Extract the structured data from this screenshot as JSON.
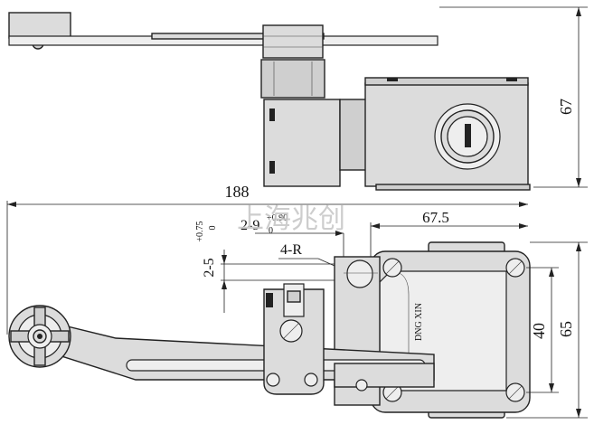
{
  "dimensions": {
    "top_height": "67",
    "overall_length": "188",
    "lever_offset": "67.5",
    "slot_label_base": "2-9",
    "slot_label_tol": "+0.90",
    "slot_label_tol_low": "0",
    "hole_label_base": "2-5",
    "hole_label_tol_up": "+0.75",
    "hole_label_tol_low": "0",
    "radius_label": "4-R",
    "mount_spacing": "40",
    "body_height": "65"
  },
  "body_marking": "DNG XIN",
  "watermark": "上海兆创",
  "colors": {
    "metal": "#dcdcdc",
    "line": "#222222",
    "background": "#ffffff"
  }
}
